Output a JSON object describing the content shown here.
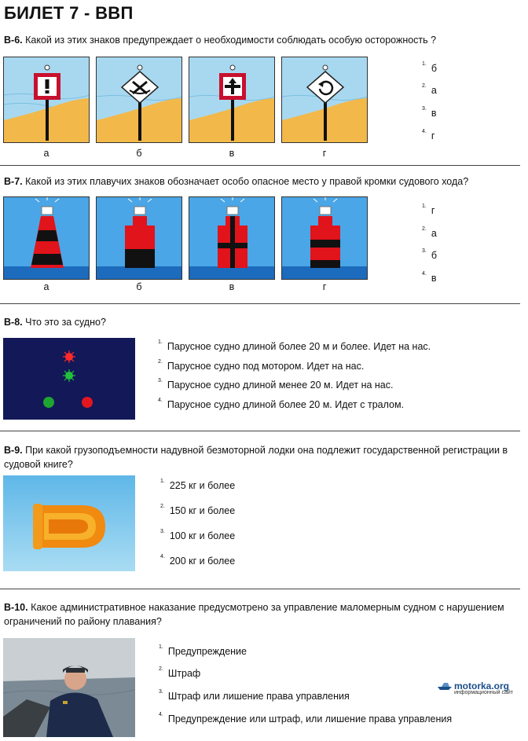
{
  "title": "БИЛЕТ 7 - ВВП",
  "q6": {
    "num": "В-6.",
    "text": "Какой из этих знаков предупреждает о необходимости соблюдать особую осторожность ?",
    "captions": [
      "а",
      "б",
      "в",
      "г"
    ],
    "answers": [
      {
        "n": "1.",
        "t": "б"
      },
      {
        "n": "2.",
        "t": "а"
      },
      {
        "n": "3.",
        "t": "в"
      },
      {
        "n": "4.",
        "t": "г"
      }
    ]
  },
  "q7": {
    "num": "В-7.",
    "text": "Какой из этих плавучих знаков обозначает особо опасное место у правой кромки судового хода?",
    "captions": [
      "а",
      "б",
      "в",
      "г"
    ],
    "answers": [
      {
        "n": "1.",
        "t": "г"
      },
      {
        "n": "2.",
        "t": "а"
      },
      {
        "n": "3.",
        "t": "б"
      },
      {
        "n": "4.",
        "t": "в"
      }
    ]
  },
  "q8": {
    "num": "В-8.",
    "text": "Что это за судно?",
    "answers": [
      {
        "n": "1.",
        "t": "Парусное судно длиной более 20 м и более. Идет на нас."
      },
      {
        "n": "2.",
        "t": "Парусное судно под мотором. Идет на нас."
      },
      {
        "n": "3.",
        "t": "Парусное судно длиной менее 20 м. Идет на нас."
      },
      {
        "n": "4.",
        "t": "Парусное судно длиной более 20 м. Идет с тралом."
      }
    ]
  },
  "q9": {
    "num": "В-9.",
    "text": "При какой грузоподъемности надувной безмоторной лодки она подлежит государственной регистрации в судовой книге?",
    "answers": [
      {
        "n": "1.",
        "t": "225 кг и более"
      },
      {
        "n": "2.",
        "t": "150 кг и более"
      },
      {
        "n": "3.",
        "t": "100 кг и более"
      },
      {
        "n": "4.",
        "t": "200 кг и более"
      }
    ]
  },
  "q10": {
    "num": "В-10.",
    "text": "Какое административное наказание предусмотрено за управление маломерным судном с нарушением ограничений по району плавания?",
    "answers": [
      {
        "n": "1.",
        "t": "Предупреждение"
      },
      {
        "n": "2.",
        "t": "Штраф"
      },
      {
        "n": "3.",
        "t": "Штраф или лишение права управления"
      },
      {
        "n": "4.",
        "t": "Предупреждение или штраф, или лишение права управления"
      }
    ]
  },
  "watermark": {
    "site": "motorka.org",
    "tagline": "информационный сайт"
  },
  "colors": {
    "sky": "#9fd3ee",
    "sand": "#f2b84a",
    "sign_red": "#c8102e",
    "buoy_red": "#e1131b",
    "night": "#131858"
  }
}
